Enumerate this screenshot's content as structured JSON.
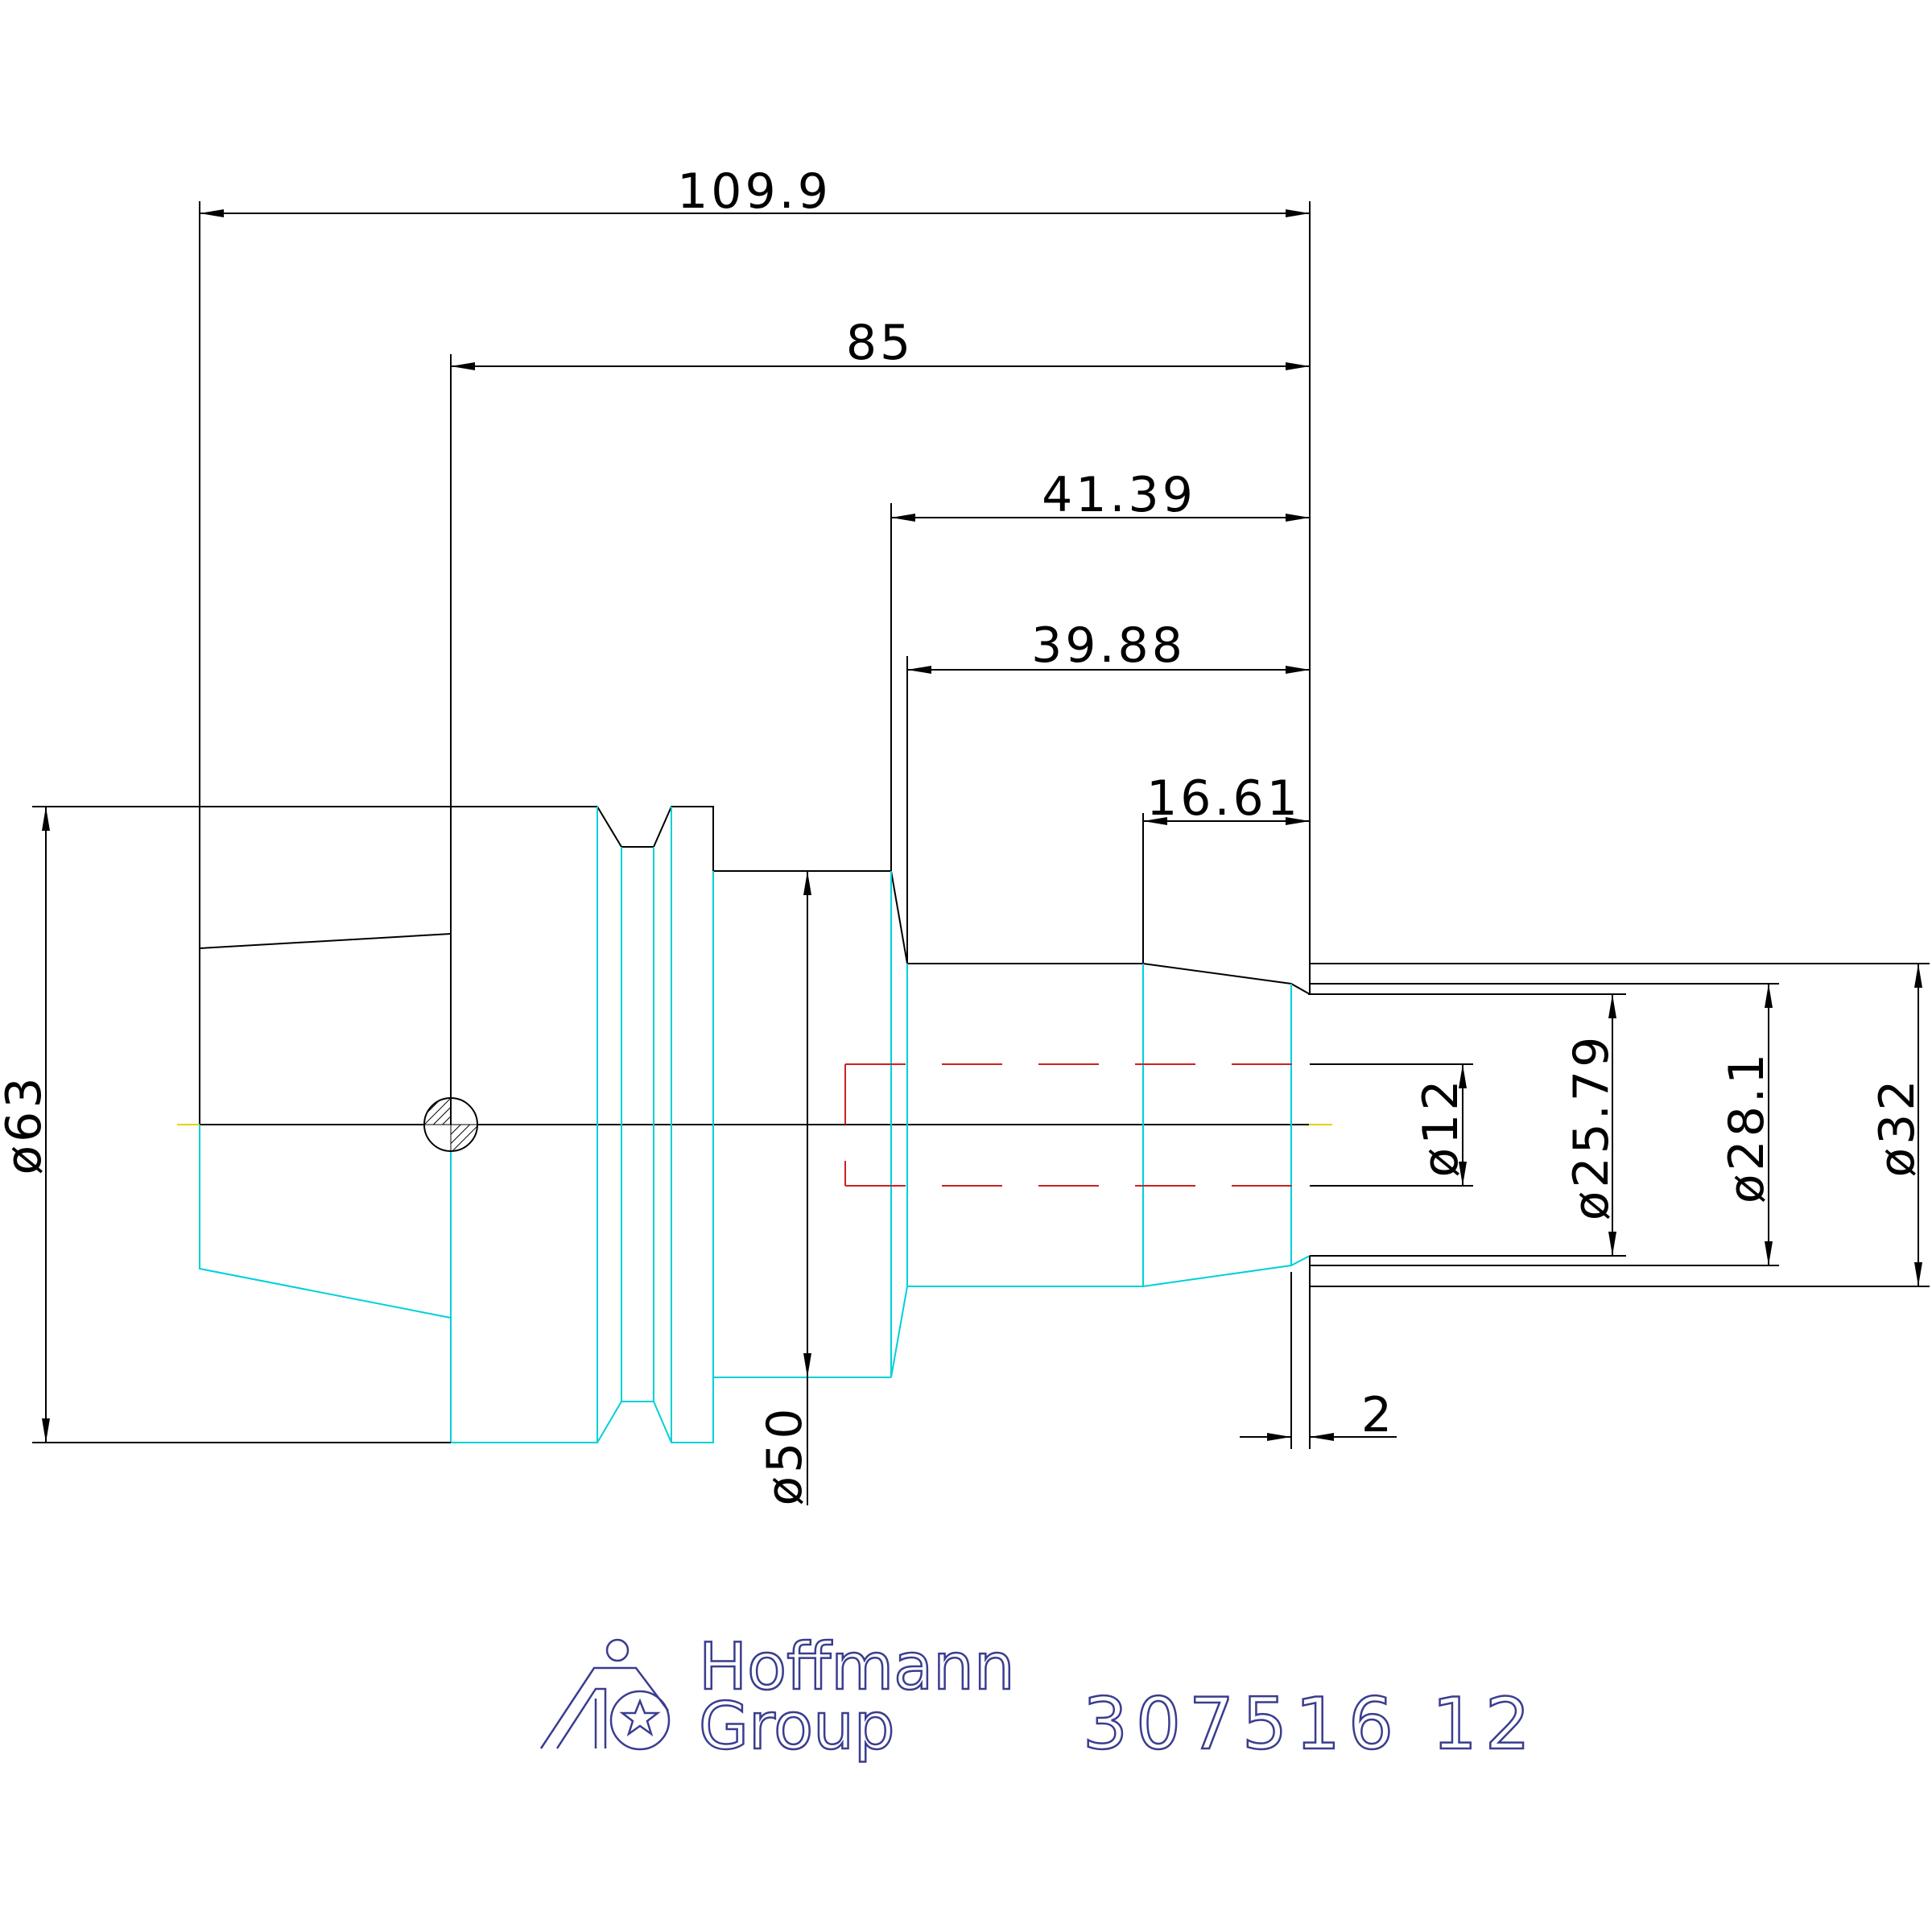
{
  "drawing": {
    "dimensions": {
      "overall_length": "109.9",
      "gauge_length": "85",
      "collar_length": "41.39",
      "shank_length": "39.88",
      "taper_length": "16.61",
      "chamfer_length": "2",
      "diameter_flange": "ø63",
      "diameter_collar": "ø50",
      "diameter_bore": "ø12",
      "diameter_tip_inner": "ø25.79",
      "diameter_tip_outer": "ø28.1",
      "diameter_shank": "ø32"
    },
    "title_block": {
      "company_line1": "Hoffmann",
      "company_line2": "Group",
      "part_number": "307516 12"
    },
    "colors": {
      "upper_outline": "#000000",
      "lower_outline": "#00d0d8",
      "bore_hidden_line": "#cc2222",
      "logo": "#3a3d8f"
    }
  }
}
